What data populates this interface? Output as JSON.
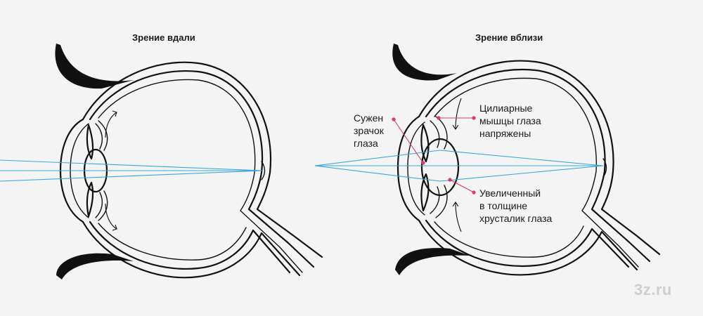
{
  "titles": {
    "far": "Зрение вдали",
    "near": "Зрение вблизи"
  },
  "labels": {
    "pupil": [
      "Сужен",
      "зрачок",
      "глаза"
    ],
    "ciliary": [
      "Цилиарные",
      "мышцы глаза",
      "напряжены"
    ],
    "lens": [
      "Увеличенный",
      "в толщине",
      "хрусталик глаза"
    ]
  },
  "watermark": "3z.ru",
  "colors": {
    "ray": "#38a8d8",
    "leader": "#d93a6a",
    "ink": "#111111",
    "background": "#f4f4f4"
  }
}
